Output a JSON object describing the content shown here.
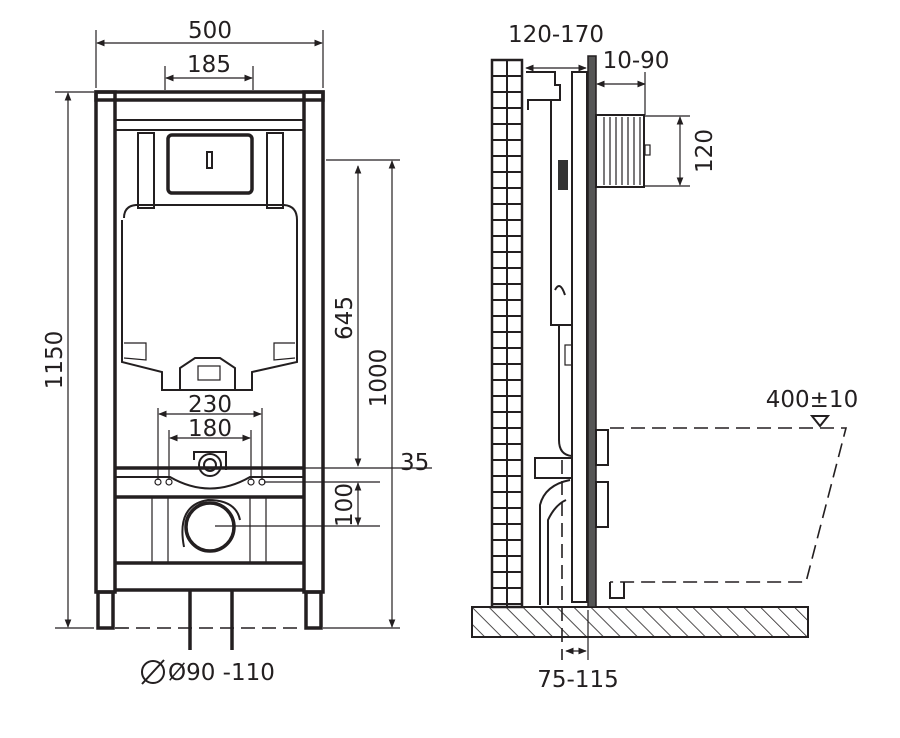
{
  "front_view": {
    "width_total": "500",
    "width_plate": "185",
    "height_total": "1150",
    "height_plate": "645",
    "height_1000": "1000",
    "dim_35": "35",
    "dim_100": "100",
    "bolt_outer": "230",
    "bolt_inner": "180",
    "drain_diameter": "Ø90 -110"
  },
  "side_view": {
    "wall_depth": "120-170",
    "plate_offset": "10-90",
    "plate_height": "120",
    "seat_height": "400±10",
    "drain_offset": "75-115"
  },
  "colors": {
    "line": "#231f20",
    "fill": "#555555"
  }
}
